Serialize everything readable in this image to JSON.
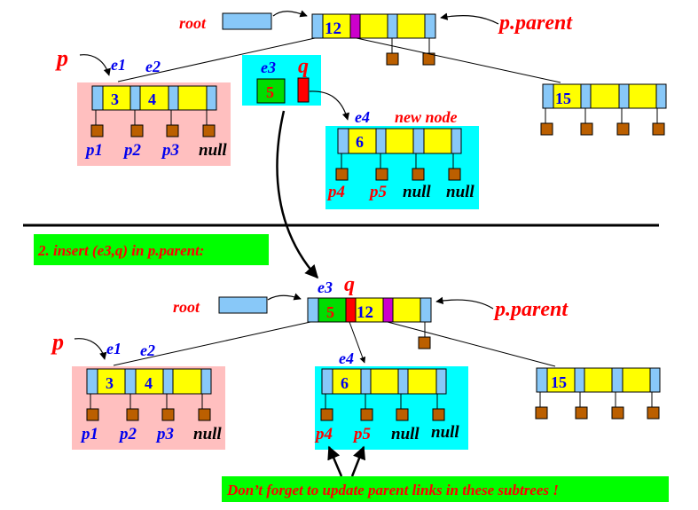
{
  "colors": {
    "pointer_slot": "#88c8f8",
    "key_slot": "#ffff00",
    "marker_slot": "#cc00cc",
    "child_box": "#bb5f00",
    "pink_bg": "#ffbfbf",
    "cyan_bg": "#00ffff",
    "green_bg": "#00ff00",
    "new_key_green": "#00dd00",
    "q_red": "#ff0000",
    "label_red": "#ff0000",
    "label_blue": "#0000ee",
    "label_black": "#000000"
  },
  "top": {
    "root_label": "root",
    "parent_label": "p.parent",
    "p_label": "p",
    "e1_label": "e1",
    "e2_label": "e2",
    "e3_label": "e3",
    "q_label": "q",
    "e4_label": "e4",
    "new_node_label": "new node",
    "parent_node_keys": [
      "12",
      "",
      ""
    ],
    "p_node_keys": [
      "3",
      "4",
      ""
    ],
    "p_children": [
      "p1",
      "p2",
      "p3",
      "null"
    ],
    "e3_key": "5",
    "new_node_keys": [
      "6",
      "",
      ""
    ],
    "new_node_children": [
      "p4",
      "p5",
      "null",
      "null"
    ],
    "right_node_keys": [
      "15",
      "",
      ""
    ]
  },
  "step_banner": "2. insert (e3,q) in p.parent:",
  "bottom": {
    "root_label": "root",
    "parent_label": "p.parent",
    "p_label": "p",
    "e1_label": "e1",
    "e2_label": "e2",
    "e3_label": "e3",
    "q_label": "q",
    "e4_label": "e4",
    "parent_node_keys": [
      "5",
      "12",
      ""
    ],
    "p_node_keys": [
      "3",
      "4",
      ""
    ],
    "p_children": [
      "p1",
      "p2",
      "p3",
      "null"
    ],
    "new_node_keys": [
      "6",
      "",
      ""
    ],
    "new_node_children": [
      "p4",
      "p5",
      "null",
      "null"
    ],
    "right_node_keys": [
      "15",
      "",
      ""
    ]
  },
  "note_banner": "Don’t forget to update parent links in these subtrees !"
}
